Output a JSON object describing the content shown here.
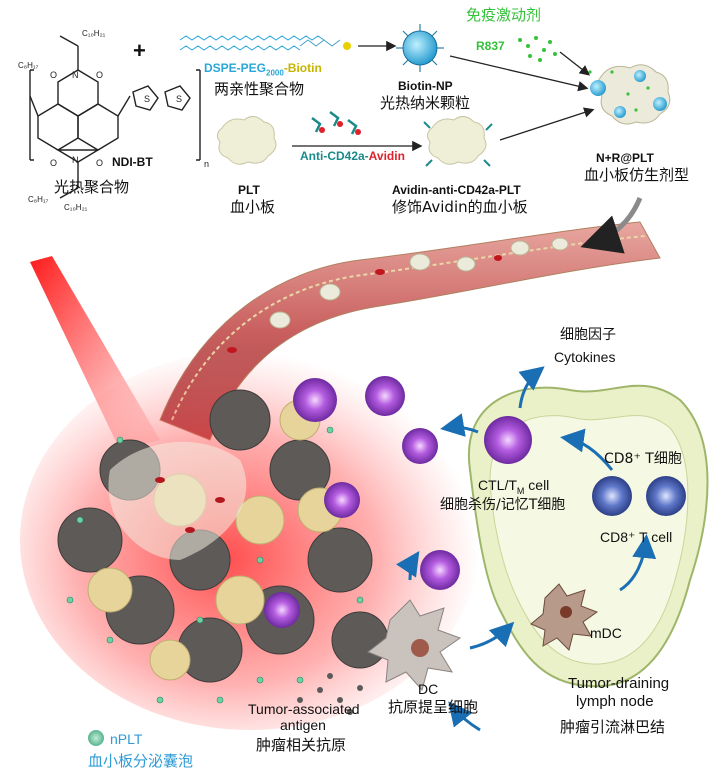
{
  "labels": {
    "immune_agonist": "免疫激动剂",
    "r837": "R837",
    "dspe_part1": "DSPE-PEG",
    "dspe_sub": "2000",
    "dspe_part2": "-Biotin",
    "amphiphilic_polymer": "两亲性聚合物",
    "biotin_np": "Biotin-NP",
    "photothermal_np": "光热纳米颗粒",
    "ndi_bt": "NDI-BT",
    "photothermal_polymer": "光热聚合物",
    "anti_cd42a_part1": "Anti-CD42a-",
    "anti_cd42a_part2": "Avidin",
    "plt": "PLT",
    "platelet": "血小板",
    "avidin_plt": "Avidin-anti-CD42a-PLT",
    "avidin_modified_platelet": "修饰Avidin的血小板",
    "nr_plt": "N+R@PLT",
    "biomimetic_agent": "血小板仿生剂型",
    "cytokines_cn": "细胞因子",
    "cytokines_en": "Cytokines",
    "ctl_cell_part1": "CTL/T",
    "ctl_cell_sub": "M",
    "ctl_cell_part2": " cell",
    "ctl_cell_cn": "细胞杀伤/记忆T细胞",
    "cd8_t_cn": "CD8⁺ T细胞",
    "cd8_t_en": "CD8⁺ T cell",
    "mdc": "mDC",
    "tdln_en_1": "Tumor-draining",
    "tdln_en_2": "lymph node",
    "tdln_cn": "肿瘤引流淋巴结",
    "dc_en": "DC",
    "dc_cn": "抗原提呈细胞",
    "taa_en_1": "Tumor-associated",
    "taa_en_2": "antigen",
    "taa_cn": "肿瘤相关抗原",
    "nplt_en": "nPLT",
    "nplt_cn": "血小板分泌囊泡",
    "chem_c10h21": "C₁₀H₂₁",
    "chem_c8h17": "C₈H₁₇",
    "chem_n": "n"
  },
  "colors": {
    "dspe_blue": "#2aa7d8",
    "biotin_yellow": "#c8b400",
    "agonist_green": "#35c23a",
    "avidin_red": "#e0202a",
    "anti_teal": "#1c8a8a",
    "nplt_blue": "#2f9bd6",
    "laser_red": "#ff2020"
  }
}
